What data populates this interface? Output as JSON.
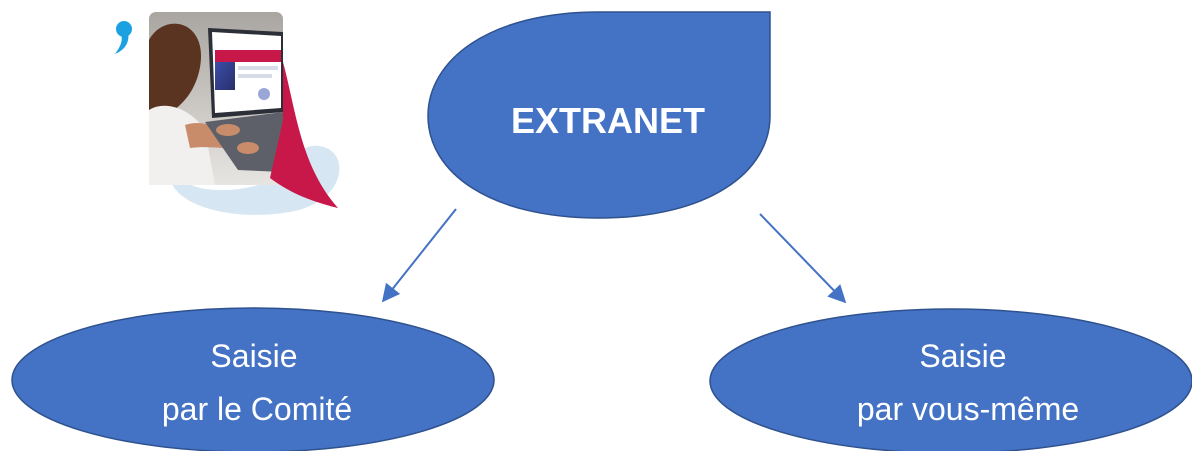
{
  "diagram": {
    "main_node": {
      "label": "EXTRANET"
    },
    "left_node": {
      "line1": "Saisie",
      "line2": "par le Comité"
    },
    "right_node": {
      "line1": "Saisie",
      "line2": "par vous-même"
    }
  },
  "colors": {
    "node_fill": "#4472C4",
    "node_stroke": "#2F528F",
    "arrow": "#4472C4",
    "quote_mark": "#1BA1E2",
    "accent_red": "#C8184A",
    "accent_light_blue": "#D6E7F3"
  },
  "icons": {
    "illustration": "laptop-user-illustration",
    "quote": "quote-icon"
  }
}
